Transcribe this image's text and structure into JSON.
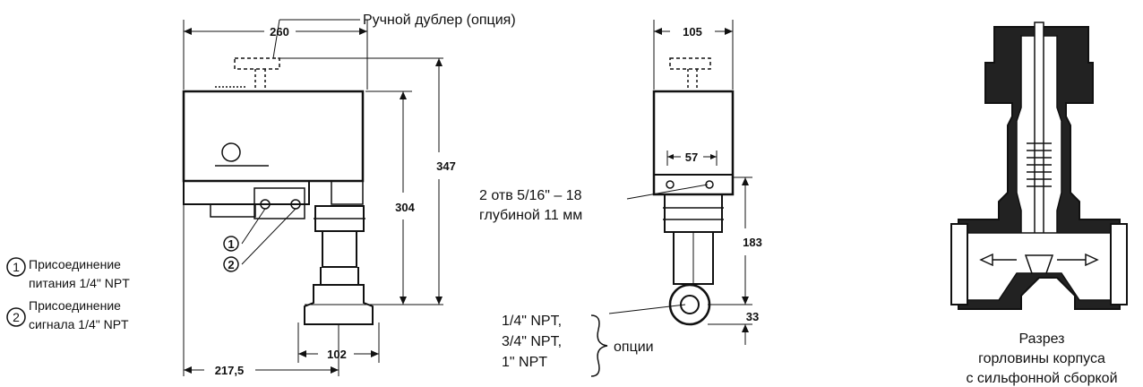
{
  "callout_manual_override": "Ручной дублер (опция)",
  "dims": {
    "d260": "260",
    "d347": "347",
    "d304": "304",
    "d102": "102",
    "d217": "217,5",
    "d105": "105",
    "d57": "57",
    "d183": "183",
    "d33": "33"
  },
  "legend": [
    {
      "num": "1",
      "line1": "Присоединение",
      "line2": "питания 1/4\" NPT"
    },
    {
      "num": "2",
      "line1": "Присоединение",
      "line2": "сигнала 1/4\" NPT"
    }
  ],
  "markers": {
    "m1": "1",
    "m2": "2"
  },
  "holes_note": {
    "line1": "2 отв 5/16\" – 18",
    "line2": "глубиной 11 мм"
  },
  "npt_options": {
    "line1": "1/4\" NPT,",
    "line2": "3/4\" NPT,",
    "line3": "1\" NPT",
    "label": "опции"
  },
  "section_caption": {
    "line1": "Разрез",
    "line2": "горловины корпуса",
    "line3": "с сильфонной сборкой"
  }
}
